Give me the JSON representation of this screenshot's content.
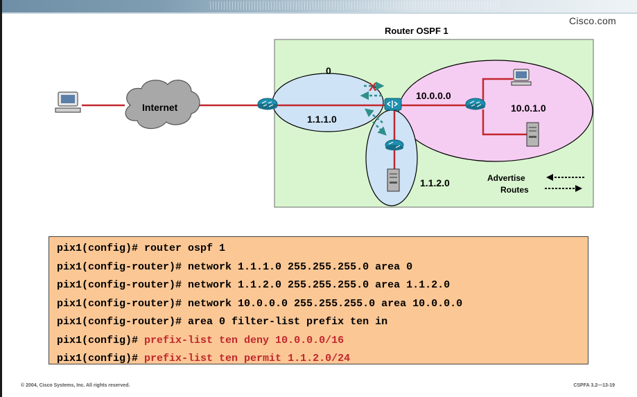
{
  "header": {
    "brand": "Cisco.com"
  },
  "diagram": {
    "title": "Router OSPF 1",
    "labels": {
      "internet": "Internet",
      "area_zero": "0",
      "net_1110": "1.1.1.0",
      "net_1120": "1.1.2.0",
      "net_10000": "10.0.0.0",
      "net_10010": "10.0.1.0",
      "blocked_mark": "X",
      "legend_advertise": "Advertise",
      "legend_routes": "Routes"
    },
    "colors": {
      "link": "#c1272d",
      "area_box": "#d9f5cf",
      "area_box_border": "#6b6b6b",
      "area_zero_fill": "#cfe3f6",
      "area_stub_fill": "#cfe3f6",
      "area_10_fill": "#f6cdf2",
      "cloud": "#a8a8a8",
      "router": "#1f8fae",
      "arrow": "#2f8f8a",
      "blocked_mark": "#c1272d"
    },
    "icons": [
      "pc-icon",
      "cloud-icon",
      "router-icon",
      "pix-firewall-icon",
      "server-icon"
    ]
  },
  "config": {
    "lines": [
      {
        "prompt": "pix1(config)# ",
        "command": "router ospf 1",
        "highlight": false
      },
      {
        "prompt": "pix1(config-router)# ",
        "command": "network 1.1.1.0 255.255.255.0 area 0",
        "highlight": false
      },
      {
        "prompt": "pix1(config-router)# ",
        "command": "network 1.1.2.0 255.255.255.0 area 1.1.2.0",
        "highlight": false
      },
      {
        "prompt": "pix1(config-router)# ",
        "command": "network 10.0.0.0 255.255.255.0 area 10.0.0.0",
        "highlight": false
      },
      {
        "prompt": "pix1(config-router)# ",
        "command": "area 0 filter-list prefix ten in",
        "highlight": false
      },
      {
        "prompt": "pix1(config)# ",
        "command": "prefix-list ten deny 10.0.0.0/16",
        "highlight": true
      },
      {
        "prompt": "pix1(config)# ",
        "command": "prefix-list ten permit 1.1.2.0/24",
        "highlight": true
      }
    ]
  },
  "footer": {
    "copyright": "© 2004, Cisco Systems, Inc. All rights reserved.",
    "course": "CSPFA 3.2—13-19"
  }
}
